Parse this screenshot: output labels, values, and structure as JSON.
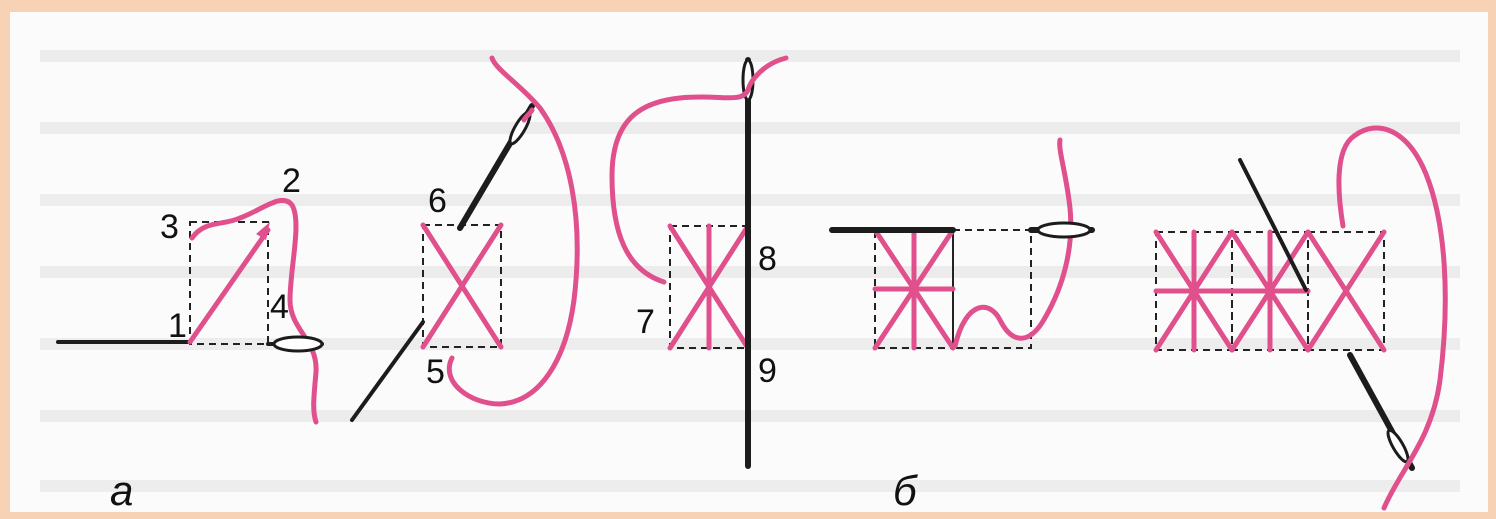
{
  "figure": {
    "step_labels": [
      "1",
      "2",
      "3",
      "4",
      "5",
      "6",
      "7",
      "8",
      "9"
    ],
    "captions": {
      "a": "а",
      "b": "б"
    },
    "colors": {
      "thread": "#e0508c",
      "needle": "#1c1c1c",
      "background": "#f8d2b4",
      "paper": "#fbfbfb"
    }
  }
}
